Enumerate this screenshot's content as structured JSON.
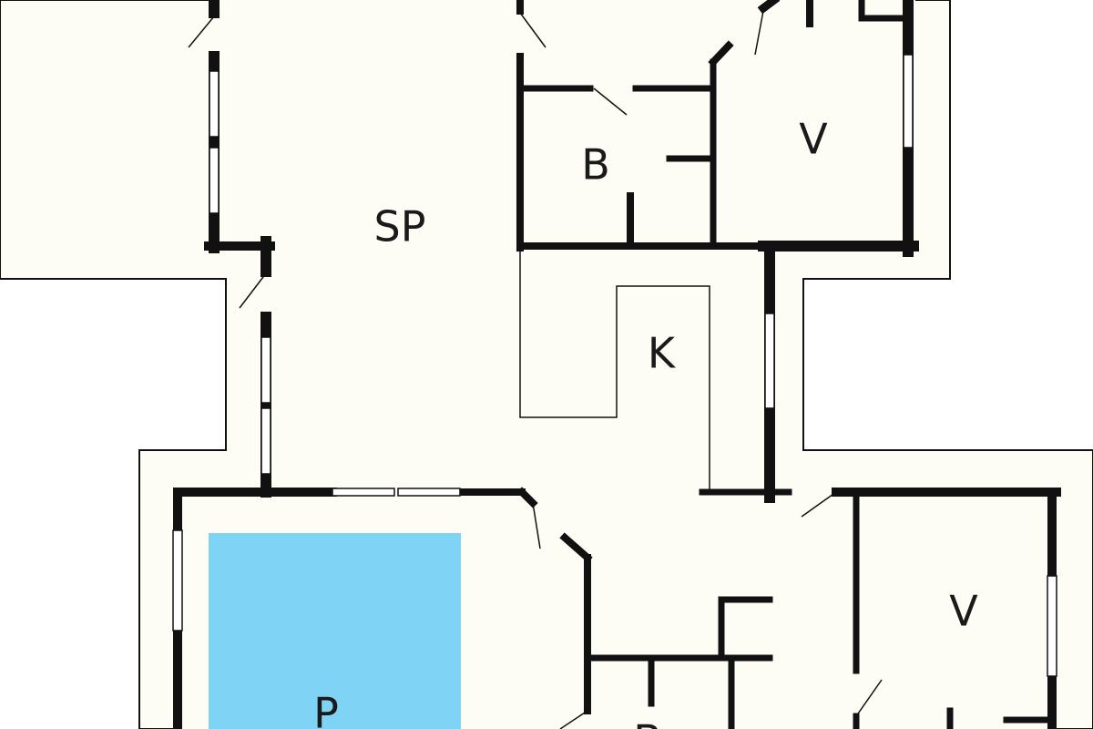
{
  "colors": {
    "background": "#ffffff",
    "floor": "#fdfdf6",
    "wall": "#111111",
    "pool": "#7fd4f6",
    "outline": "#111111",
    "window_fill": "#ffffff"
  },
  "rooms": {
    "sp": "SP",
    "b_top": "B",
    "v_top": "V",
    "k": "K",
    "v_bottom": "V",
    "p": "P",
    "b_bottom": "B"
  }
}
